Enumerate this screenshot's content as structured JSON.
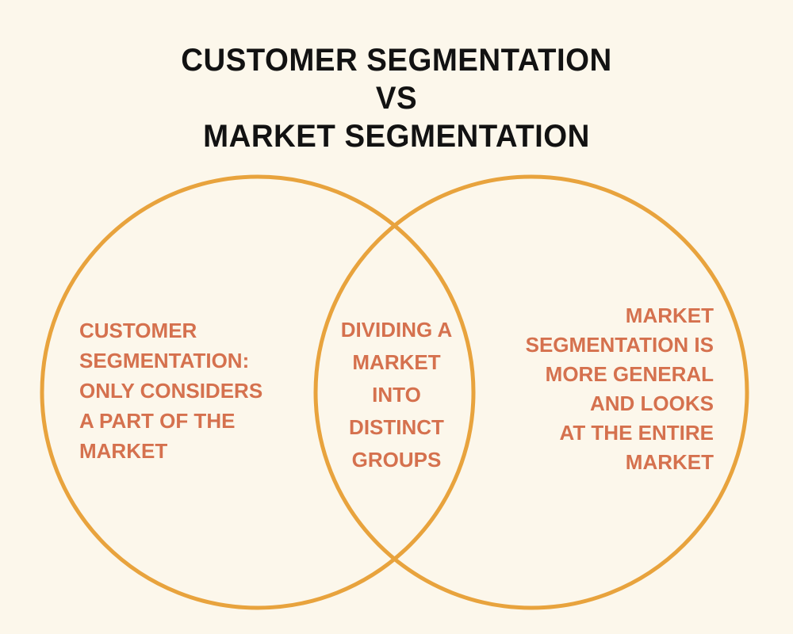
{
  "title": {
    "text": "CUSTOMER SEGMENTATION\nVS\nMARKET SEGMENTATION"
  },
  "colors": {
    "background": "#FCF7EB",
    "circle_stroke": "#E8A33D",
    "body_text": "#D5714E",
    "title_text": "#121212"
  },
  "venn": {
    "left_region": {
      "text": "CUSTOMER\nSEGMENTATION:\nONLY CONSIDERS\nA PART OF THE\nMARKET"
    },
    "overlap_region": {
      "text": "DIVIDING A\nMARKET\nINTO\nDISTINCT\nGROUPS"
    },
    "right_region": {
      "text": "MARKET\nSEGMENTATION IS\nMORE GENERAL\nAND LOOKS\nAT THE ENTIRE\nMARKET"
    }
  }
}
